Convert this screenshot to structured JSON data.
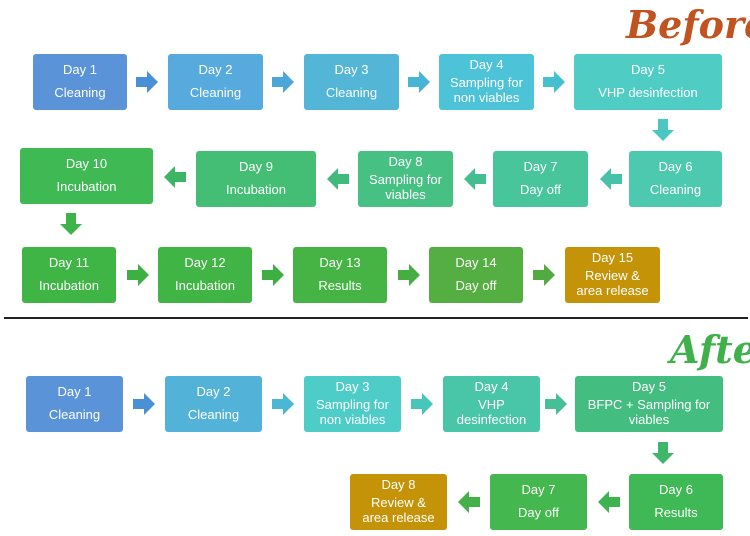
{
  "headings": {
    "before": "Before",
    "after": "After"
  },
  "before": {
    "steps": [
      {
        "day": "Day 1",
        "text": "Cleaning"
      },
      {
        "day": "Day 2",
        "text": "Cleaning"
      },
      {
        "day": "Day 3",
        "text": "Cleaning"
      },
      {
        "day": "Day 4",
        "text": "Sampling for\nnon viables"
      },
      {
        "day": "Day 5",
        "text": "VHP desinfection"
      },
      {
        "day": "Day 6",
        "text": "Cleaning"
      },
      {
        "day": "Day 7",
        "text": "Day off"
      },
      {
        "day": "Day 8",
        "text": "Sampling for\nviables"
      },
      {
        "day": "Day 9",
        "text": "Incubation"
      },
      {
        "day": "Day 10",
        "text": "Incubation"
      },
      {
        "day": "Day 11",
        "text": "Incubation"
      },
      {
        "day": "Day 12",
        "text": "Incubation"
      },
      {
        "day": "Day 13",
        "text": "Results"
      },
      {
        "day": "Day 14",
        "text": "Day off"
      },
      {
        "day": "Day 15",
        "text": "Review &\narea release"
      }
    ]
  },
  "after": {
    "steps": [
      {
        "day": "Day 1",
        "text": "Cleaning"
      },
      {
        "day": "Day 2",
        "text": "Cleaning"
      },
      {
        "day": "Day 3",
        "text": "Sampling for\nnon viables"
      },
      {
        "day": "Day 4",
        "text": "VHP\ndesinfection"
      },
      {
        "day": "Day 5",
        "text": "BFPC + Sampling for\nviables"
      },
      {
        "day": "Day 6",
        "text": "Results"
      },
      {
        "day": "Day 7",
        "text": "Day off"
      },
      {
        "day": "Day 8",
        "text": "Review &\narea release"
      }
    ]
  },
  "colors": {
    "heading_before": "#c0531f",
    "heading_after": "#3fb04a"
  }
}
